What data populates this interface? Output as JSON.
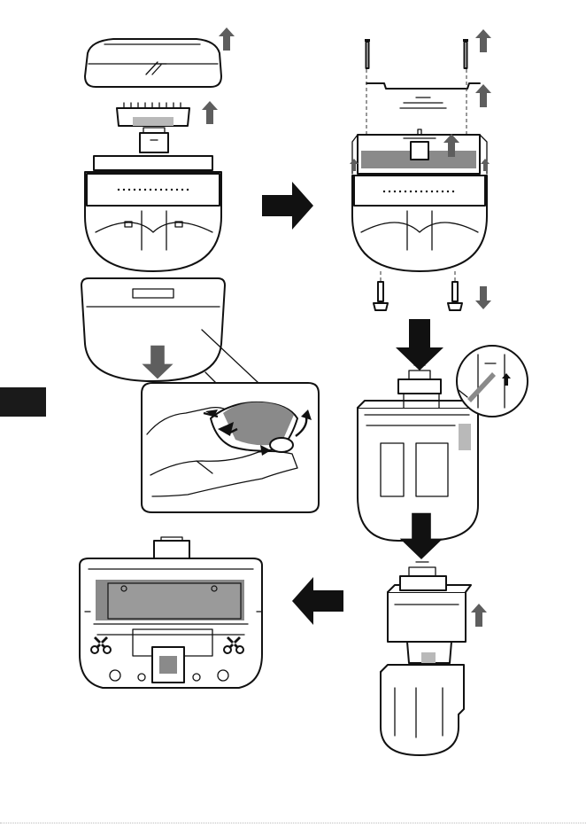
{
  "manual": {
    "section_tab_color": "#1a1a1a",
    "arrow_color_large": "#111111",
    "arrow_color_small": "#5e5e5e",
    "icons": {
      "panel1": [
        "outer-blade-frame",
        "inner-blade",
        "shaver-head-unit",
        "up-arrow-icon"
      ],
      "panel2": [
        "screw-icon",
        "frame-plate",
        "up-arrow-icon",
        "down-arrow-icon"
      ],
      "panel3": [
        "head-cover-case",
        "hand-squeeze-illustration",
        "down-arrow-icon"
      ],
      "panel4": [
        "flathead-screwdriver-icon",
        "motor-block",
        "down-arrow-icon"
      ],
      "panel5": [
        "motor-block",
        "case-shell",
        "up-arrow-icon"
      ],
      "panel6": [
        "battery-pack",
        "cut-here-icon",
        "cut-here-icon"
      ]
    },
    "step_flow": [
      "right-arrow-icon",
      "down-arrow-icon",
      "down-arrow-icon",
      "left-arrow-icon"
    ]
  }
}
